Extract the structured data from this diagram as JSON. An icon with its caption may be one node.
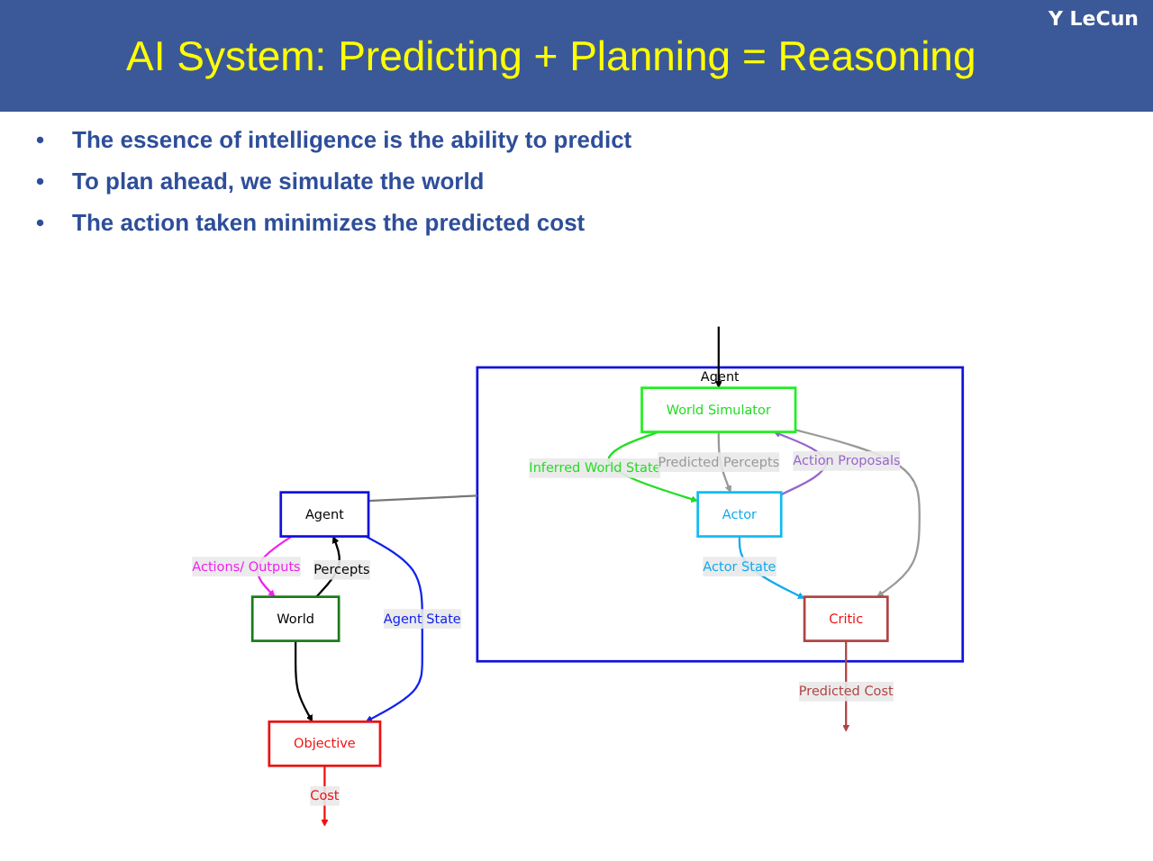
{
  "diagram": {
    "title": "AI System: Predicting + Planning = Reasoning",
    "nodes": [
      {
        "text": [
          "Agent"
        ]
      },
      {
        "text": [
          "World Simulator"
        ],
        "in": 0
      },
      {
        "text": [
          "Actor"
        ],
        "in": 0
      },
      {
        "text": [
          "Critic"
        ],
        "in": 0
      },
      {
        "text": [
          "World"
        ]
      },
      {
        "text": [
          "Agent"
        ]
      },
      {
        "text": [
          "Objective"
        ]
      }
    ],
    "edges": [
      {
        "from": null,
        "to": 1,
        "arrow": "to"
      },
      {
        "from": 1,
        "to": 2,
        "arrow": "to",
        "label": "Inferred World State",
        "color": "#22dd22"
      },
      {
        "from": 2,
        "to": 1,
        "arrow": "to",
        "label": "Action Proposals",
        "color": "#9966cc"
      },
      {
        "from": 2,
        "to": 3,
        "arrow": "to",
        "label": "Actor State",
        "color": "#11aaee"
      },
      {
        "from": 3,
        "to": null,
        "arrow": "to",
        "label": "Predicted Cost",
        "color": "#b04444"
      },
      {
        "from": 1,
        "to": 2,
        "arrow": "to",
        "label": "Predicted Percepts",
        "color": "#999999"
      },
      {
        "from": 1,
        "to": 3,
        "arrow": "to",
        "color": "#999999"
      },
      {
        "from": 4,
        "to": 5,
        "arrow": "to",
        "label": "Percepts"
      },
      {
        "from": 4,
        "to": 6,
        "arrow": "to"
      },
      {
        "from": 5,
        "to": 4,
        "arrow": "to",
        "label": "Actions/ Outputs",
        "color": "#ee22ee"
      },
      {
        "from": 5,
        "to": 6,
        "arrow": "to",
        "label": "Agent State",
        "color": "#1122ee"
      },
      {
        "from": 6,
        "to": null,
        "arrow": "to",
        "label": "Cost",
        "color": "#ee1111"
      },
      {
        "from": 0,
        "to": 5,
        "arrow": "none",
        "color": "#777777"
      }
    ],
    "labels": [
      "Y LeCun",
      "•",
      "The essence of intelligence is the ability to predict",
      "•",
      "To plan ahead, we simulate the world",
      "•",
      "The action taken minimizes the predicted cost"
    ]
  }
}
